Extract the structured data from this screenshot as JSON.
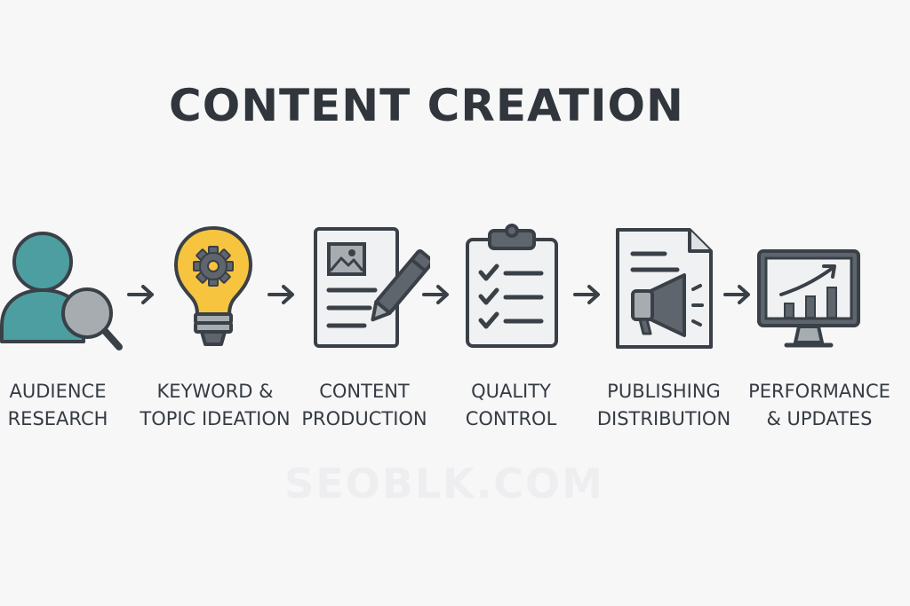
{
  "title": "CONTENT CREATION",
  "watermark": "SEOBLK.COM",
  "colors": {
    "outline": "#3a4047",
    "teal": "#4d9ea0",
    "yellow": "#f7c440",
    "gray_fill": "#a7acb1",
    "paper": "#f0f1f2",
    "background": "#f7f7f8"
  },
  "steps": [
    {
      "icon": "user-search-icon",
      "lines": [
        "AUDIENCE",
        "RESEARCH"
      ]
    },
    {
      "icon": "lightbulb-gear-icon",
      "lines": [
        "KEYWORD &",
        "TOPIC IDEATION"
      ]
    },
    {
      "icon": "document-pencil-icon",
      "lines": [
        "CONTENT",
        "PRODUCTION"
      ]
    },
    {
      "icon": "clipboard-checklist-icon",
      "lines": [
        "QUALITY",
        "CONTROL"
      ]
    },
    {
      "icon": "document-megaphone-icon",
      "lines": [
        "PUBLISHING",
        "DISTRIBUTION"
      ]
    },
    {
      "icon": "monitor-chart-icon",
      "lines": [
        "PERFORMANCE",
        "& UPDATES"
      ]
    }
  ]
}
